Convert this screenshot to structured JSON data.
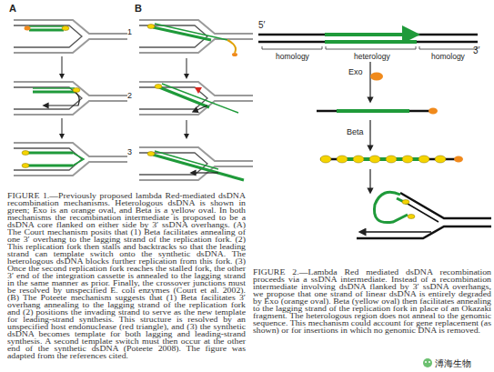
{
  "diagram": {
    "labels": [
      "A",
      "B",
      "1",
      "2",
      "3",
      "FIGURE 1.—Previously proposed lambda Red-mediated dsDNA recombination mechanisms. Heterologous dsDNA is shown in green; Exo is an orange oval, and Beta is a yellow oval. In both mechanisms the recombination intermediate is proposed to be a dsDNA core flanked on either side by 3′ ssDNA overhangs. (A) The Court mechanism posits that (1) Beta facilitates annealing of one 3′ overhang to the lagging strand of the replication fork. (2) This replication fork then stalls and backtracks so that the leading strand can template switch onto the synthetic dsDNA. The heterologous dsDNA blocks further replication from this fork. (3) Once the second replication fork reaches the stalled fork, the other 3′ end of the integration cassette is annealed to the lagging strand in the same manner as prior. Finally, the crossover junctions must be resolved by unspecified E. coli enzymes (Court et al. 2002). (B) The Poteete mechanism suggests that (1) Beta facilitates 3′ overhang annealing to the lagging strand of the replication fork and (2) positions the invading strand to serve as the new template for leading-strand synthesis. This structure is resolved by an unspecified host endonuclease (red triangle), and (3) the synthetic dsDNA becomes template for both lagging and leading-strand synthesis. A second template switch must then occur at the other end of the synthetic dsDNA (Poteete 2008). The figure was adapted from the references cited.",
      "5′",
      "3′",
      "homology",
      "heterology",
      "homology",
      "Exo",
      "Beta",
      "FIGURE 2.—Lambda Red mediated dsDNA recombination proceeds via a ssDNA intermediate. Instead of a recombination intermediate involving dsDNA flanked by 3′ ssDNA overhangs, we propose that one strand of linear dsDNA is entirely degraded by Exo (orange oval). Beta (yellow oval) then facilitates annealing to the lagging strand of the replication fork in place of an Okazaki fragment. The heterologous region does not anneal to the genomic sequence. This mechanism could account for gene replacement (as shown) or for insertions in which no genomic DNA is removed.",
      "溥海生物"
    ]
  }
}
